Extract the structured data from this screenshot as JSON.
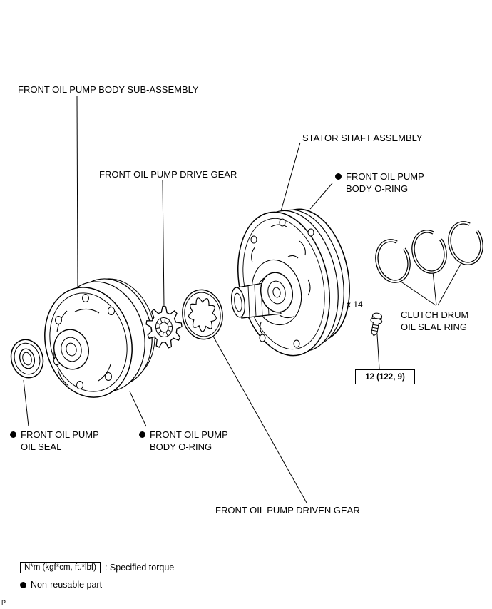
{
  "labels": {
    "pump_body_sub_assembly": "FRONT OIL PUMP BODY SUB-ASSEMBLY",
    "stator_shaft_assembly": "STATOR SHAFT ASSEMBLY",
    "drive_gear": "FRONT OIL PUMP DRIVE GEAR",
    "body_oring_upper": "FRONT OIL PUMP\nBODY O-RING",
    "bolt_count": "x 14",
    "clutch_drum_oil_seal_ring": "CLUTCH DRUM\nOIL SEAL RING",
    "torque_spec": "12 (122, 9)",
    "oil_seal": "FRONT OIL PUMP\nOIL SEAL",
    "body_oring_lower": "FRONT OIL PUMP\nBODY O-RING",
    "driven_gear": "FRONT OIL PUMP DRIVEN GEAR"
  },
  "legend": {
    "torque_box": "N*m (kgf*cm, ft.*lbf)",
    "torque_desc": ": Specified torque",
    "non_reusable": "Non-reusable part"
  },
  "footer": {
    "page_mark": "P"
  },
  "colors": {
    "ink": "#000000",
    "background": "#ffffff"
  }
}
